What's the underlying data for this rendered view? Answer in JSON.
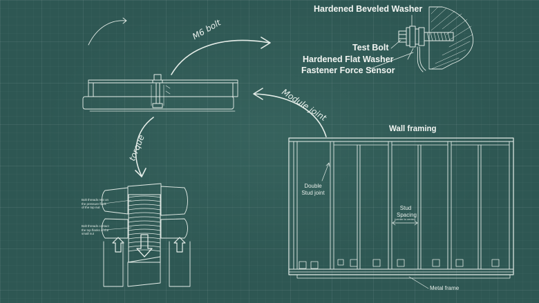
{
  "sensor_diagram": {
    "washer_beveled": "Hardened Beveled Washer",
    "test_bolt": "Test Bolt",
    "washer_flat": "Hardened Flat Washer",
    "force_sensor": "Fastener Force Sensor"
  },
  "arrows": {
    "m6_bolt": "M6 bolt",
    "module_joint": "Module joint",
    "torque": "torque"
  },
  "thread_notes": {
    "note_top": "Bolt threads rest on the pressure flank of the top nut",
    "note_bottom": "Bolt threads contact the top flanks of the small nut"
  },
  "wall_framing": {
    "title": "Wall framing",
    "double_stud": "Double Stud joint",
    "stud_spacing": "Stud Spacing",
    "stud_spacing_note": "(center to center)",
    "metal_frame": "Metal frame"
  },
  "colors": {
    "background": "#2e5753",
    "line": "#e6eee9"
  }
}
